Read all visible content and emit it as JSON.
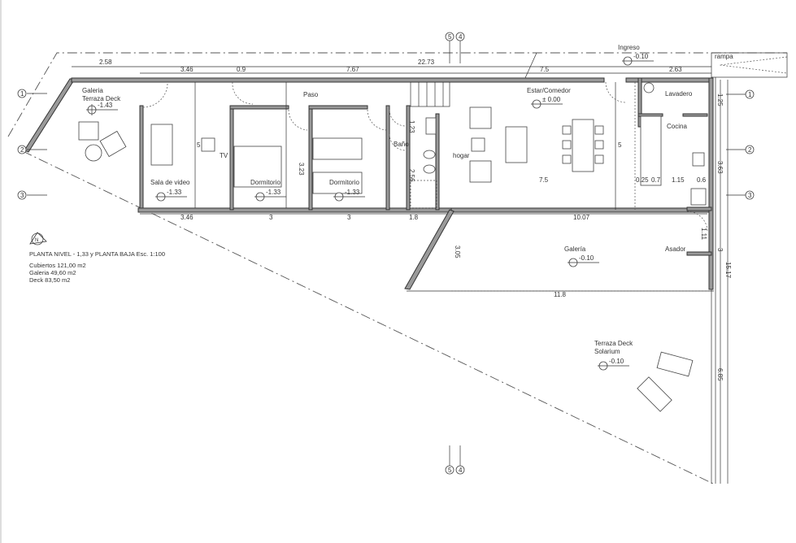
{
  "title": "PLANTA NIVEL - 1,33 y PLANTA BAJA  Esc. 1:100",
  "areas": [
    "Cubiertos 121,00 m2",
    "Galeria 49,60 m2",
    "Deck 83,50 m2"
  ],
  "north_label": "N",
  "rooms": {
    "galeria_deck_1": "Galeria",
    "galeria_deck_2": "Terraza Deck",
    "sala_video": "Sala de video",
    "tv": "TV",
    "dormitorio_1": "Dormitorio",
    "dormitorio_2": "Dormitorio",
    "paso": "Paso",
    "bano": "Baño",
    "hogar": "hogar",
    "estar": "Estar/Comedor",
    "ingreso": "Ingreso",
    "rampa": "rampa",
    "lavadero": "Lavadero",
    "cocina": "Cocina",
    "galeria": "Galería",
    "asador": "Asador",
    "solarium_1": "Terraza Deck",
    "solarium_2": "Solarium"
  },
  "levels": {
    "deck": "-1.43",
    "sala": "-1.33",
    "dorm1": "-1.33",
    "dorm2": "-1.33",
    "estar": "± 0.00",
    "ingreso": "-0.10",
    "galeria": "-0.10",
    "solarium": "-0.10"
  },
  "dims": {
    "d258": "2.58",
    "d2273": "22.73",
    "d346t": "3.46",
    "d09": "0.9",
    "d767": "7.67",
    "d75t": "7.5",
    "d263": "2.63",
    "d346b": "3.46",
    "d3a": "3",
    "d3b": "3",
    "d18": "1.8",
    "d1007": "10.07",
    "d118": "11.8",
    "d5a": "5",
    "d323": "3.23",
    "d123": "1.23",
    "d256": "2.56",
    "d75m": "7.5",
    "d5b": "5",
    "d025": "0.25",
    "d07": "0.7",
    "d115": "1.15",
    "d06": "0.6",
    "d125": "1.25",
    "d363": "3.63",
    "d305": "3.05",
    "d111": "1.11",
    "d3r": "3",
    "d1517": "15.17",
    "d685": "6.85"
  },
  "axes": {
    "a1": "1",
    "a2": "2",
    "a3": "3",
    "a4": "4",
    "a5": "5"
  }
}
